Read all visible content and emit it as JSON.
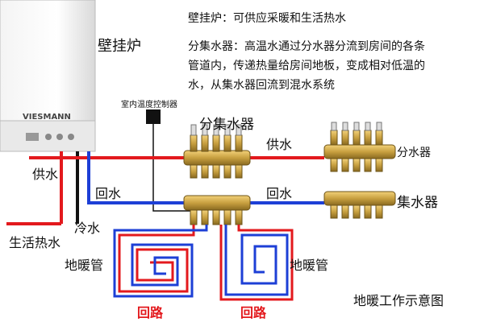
{
  "boiler_title": "壁挂炉",
  "boiler_brand": "VIESMANN",
  "desc_boiler": "壁挂炉：可供应采暖和生活热水",
  "desc_manifold_lines": [
    "分集水器：高温水通过分水器分流到房间的各条",
    "管道内，传递热量给房间地板，变成相对低温的",
    "水，从集水器回流到混水系统"
  ],
  "thermostat_label": "室内温度控制器",
  "manifold_label": "分集水器",
  "supply_water_left": "供水",
  "supply_water_mid": "供水",
  "return_water_left": "回水",
  "return_water_mid": "回水",
  "cold_water": "冷水",
  "domestic_hot_water": "生活热水",
  "floor_pipe_left": "地暖管",
  "floor_pipe_right": "地暖管",
  "loop_left": "回路",
  "loop_right": "回路",
  "distributor_label": "分水器",
  "collector_label": "集水器",
  "diagram_caption": "地暖工作示意图",
  "colors": {
    "hot": "#e3191d",
    "cold": "#1d3fd6",
    "brass": "#c8a040",
    "pipe_black": "#111111"
  }
}
